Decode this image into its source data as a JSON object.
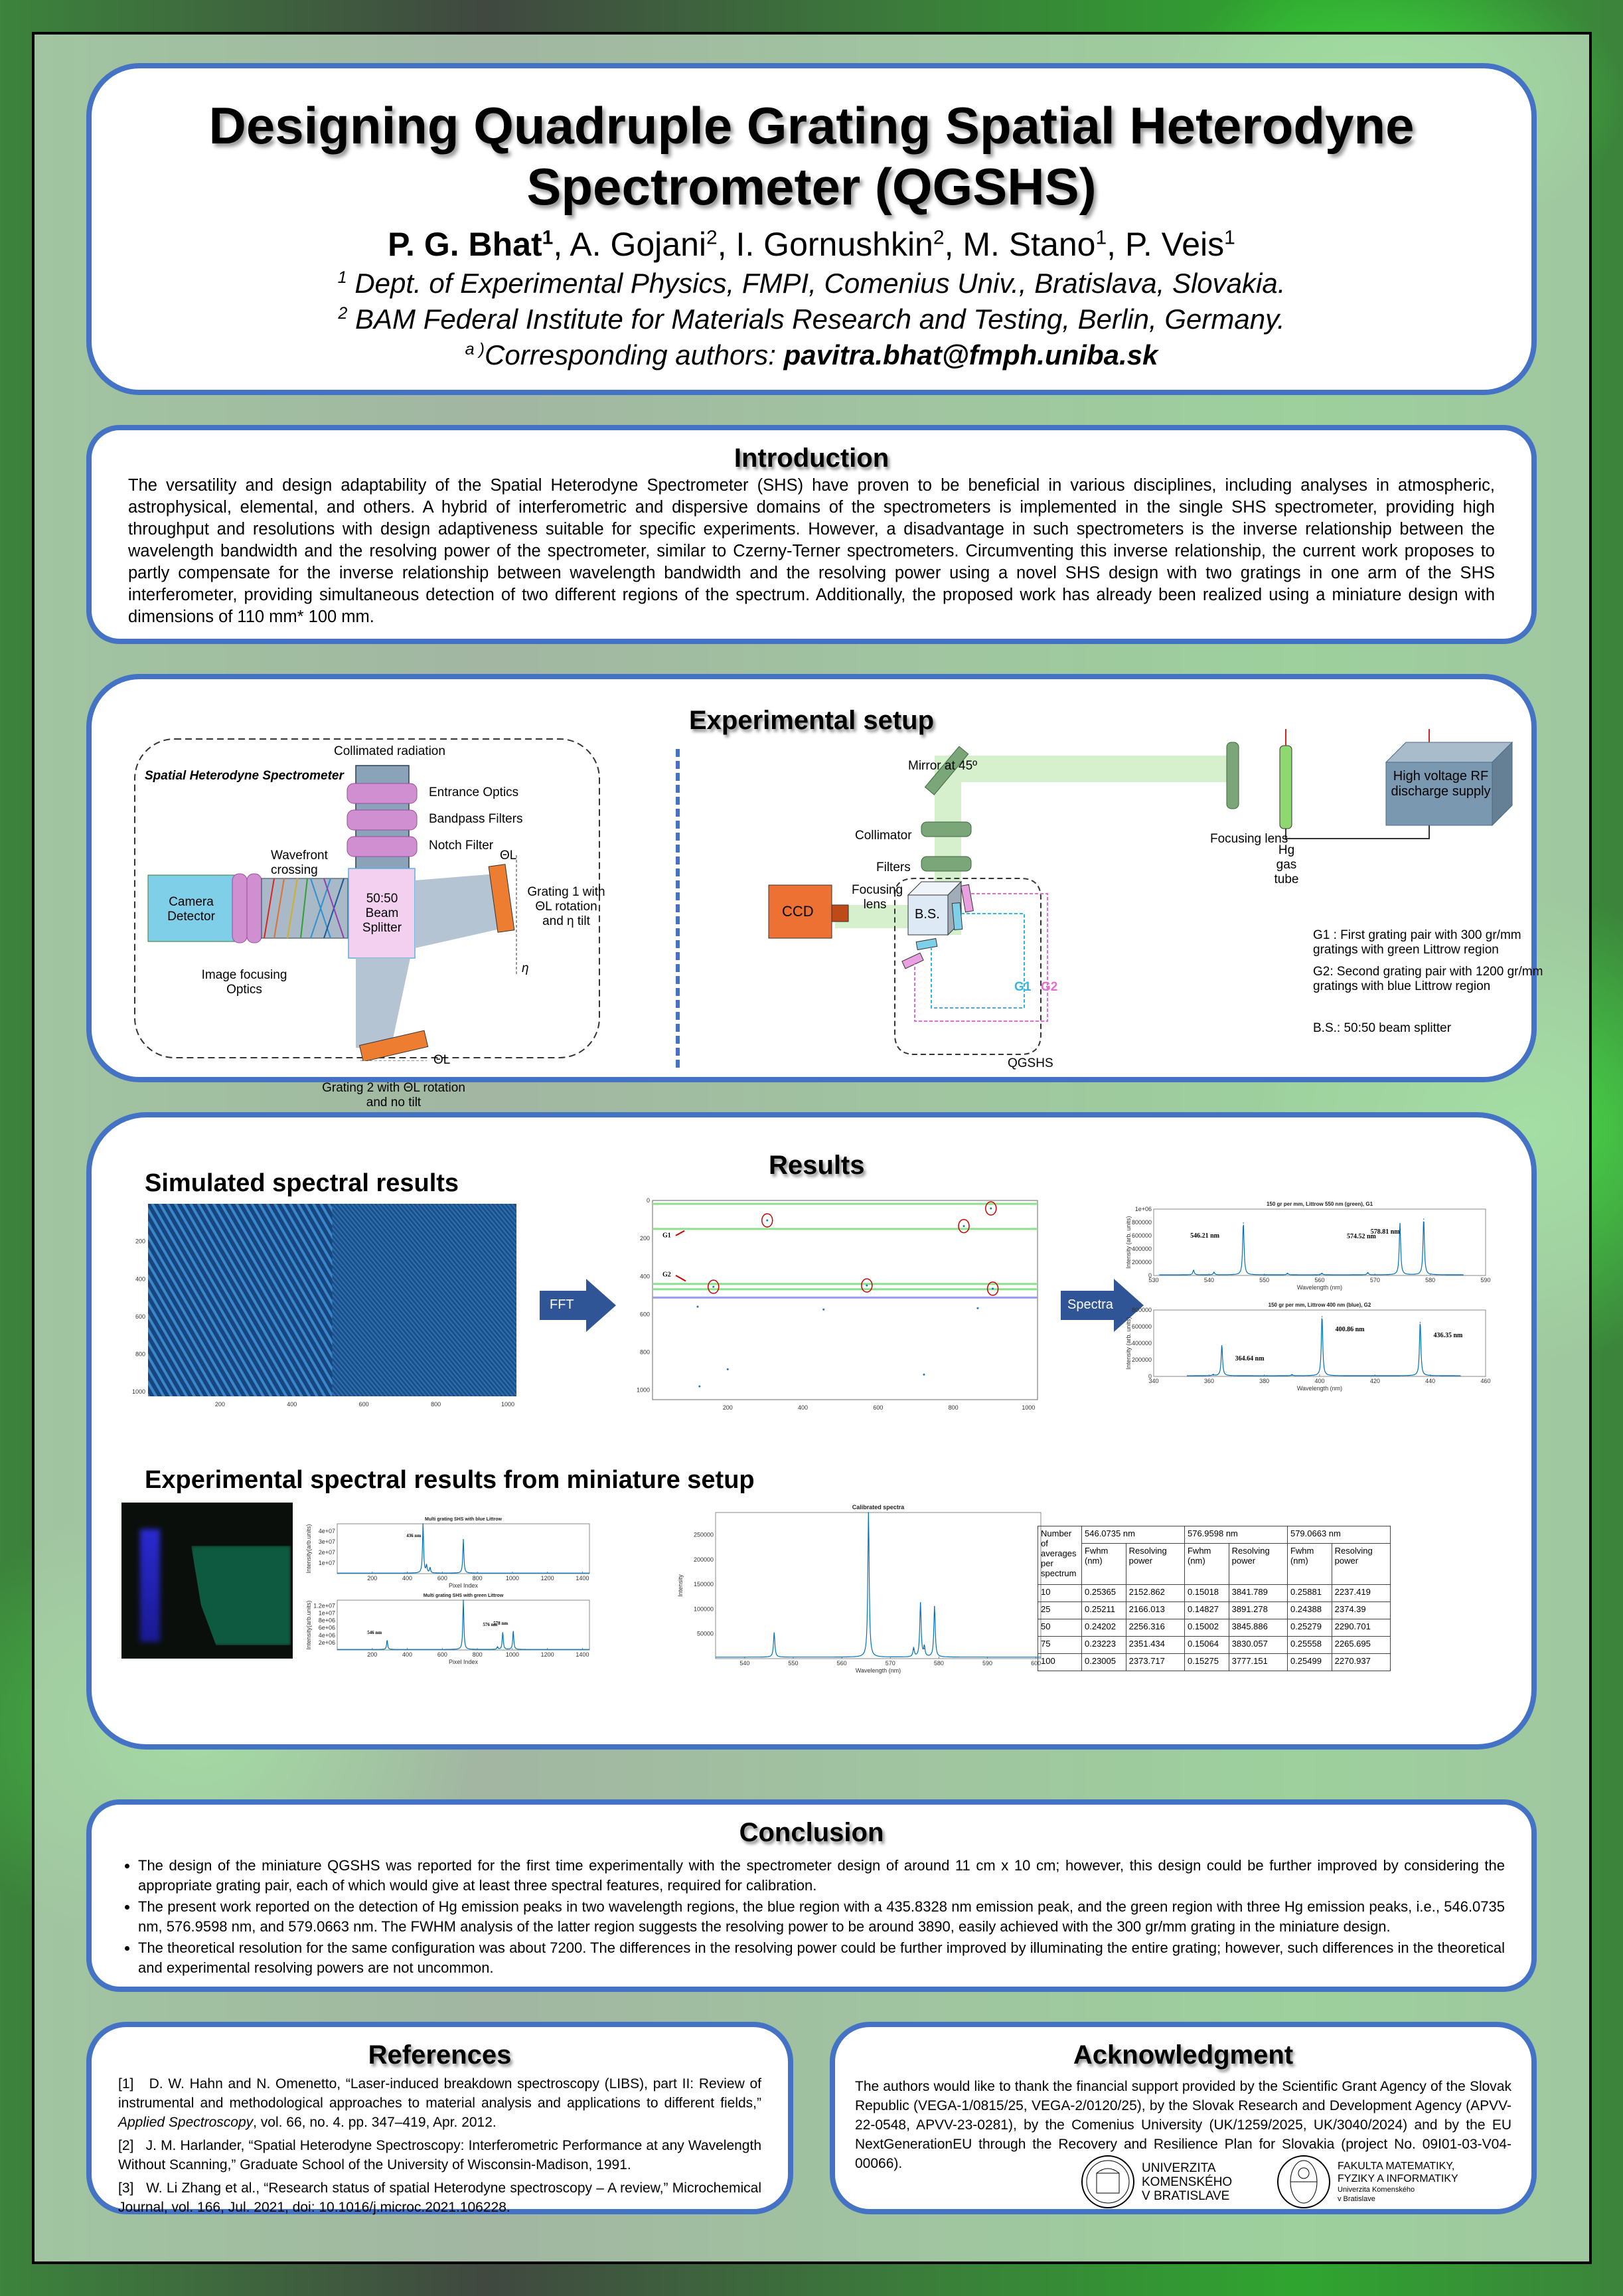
{
  "title": {
    "main": "Designing Quadruple Grating Spatial Heterodyne Spectrometer (QGSHS)",
    "authors": [
      {
        "name": "P. G. Bhat",
        "aff": "1"
      },
      {
        "name": "A. Gojani",
        "aff": "2"
      },
      {
        "name": "I. Gornushkin",
        "aff": "2"
      },
      {
        "name": "M. Stano",
        "aff": "1"
      },
      {
        "name": "P. Veis",
        "aff": "1"
      }
    ],
    "affiliation_1": "Dept. of Experimental Physics, FMPI, Comenius Univ., Bratislava, Slovakia.",
    "affiliation_2": "BAM Federal Institute for Materials Research and Testing, Berlin, Germany.",
    "corr_marker": "a )",
    "corr_label": "Corresponding authors: ",
    "corr_email": "pavitra.bhat@fmph.uniba.sk"
  },
  "introduction": {
    "heading": "Introduction",
    "text": "The versatility and design adaptability of the Spatial Heterodyne Spectrometer (SHS) have proven to be beneficial in various disciplines, including analyses in atmospheric, astrophysical, elemental, and others. A hybrid of interferometric and dispersive domains of the spectrometers is implemented in the single SHS spectrometer, providing high throughput and resolutions with design adaptiveness suitable for specific experiments. However, a disadvantage in such spectrometers is the inverse relationship between the wavelength bandwidth and the resolving power of the spectrometer, similar to Czerny-Terner spectrometers. Circumventing this inverse relationship, the current work proposes to partly compensate for the inverse relationship between wavelength bandwidth and the resolving power using a novel SHS design with two gratings in one arm of the SHS interferometer, providing simultaneous detection of two different regions of the spectrum. Additionally, the proposed work has already been realized using a miniature design with dimensions of 110 mm* 100 mm."
  },
  "setup": {
    "heading": "Experimental setup",
    "shs_diagram": {
      "title": "Spatial Heterodyne Spectrometer",
      "collimated": "Collimated radiation",
      "entrance_optics": "Entrance Optics",
      "bandpass": "Bandpass Filters",
      "notch": "Notch Filter",
      "wavefront": "Wavefront crossing",
      "camera": "Camera Detector",
      "beam_splitter": "50:50 Beam Splitter",
      "image_focusing": "Image focusing Optics",
      "grating1": "Grating 1 with ΘL rotation and η tilt",
      "grating2": "Grating 2 with ΘL rotation and no tilt",
      "theta": "ΘL",
      "eta": "η"
    },
    "qgshs_diagram": {
      "mirror": "Mirror at 45º",
      "collimator": "Collimator",
      "filters": "Filters",
      "focusing_lens_ccd": "Focusing lens",
      "ccd": "CCD",
      "bs": "B.S.",
      "g1": "G1",
      "g2": "G2",
      "qgshs": "QGSHS",
      "focusing_lens": "Focusing lens",
      "hg_tube": "Hg gas tube",
      "rf_supply": "High voltage RF discharge supply"
    },
    "legend": {
      "g1": "G1 : First grating pair with 300 gr/mm gratings with green Littrow region",
      "g2": "G2: Second grating pair with 1200 gr/mm gratings with blue Littrow region",
      "bs": "B.S.: 50:50 beam splitter"
    }
  },
  "results": {
    "heading": "Results",
    "simulated_heading": "Simulated spectral results",
    "experimental_heading": "Experimental spectral results from miniature setup",
    "fft_label": "FFT",
    "spectra_label": "Spectra",
    "table": {
      "corner": "Number of averages per spectrum",
      "wavelengths": [
        "546.0735 nm",
        "576.9598 nm",
        "579.0663 nm"
      ],
      "subheaders": [
        "Fwhm (nm)",
        "Resolving power"
      ],
      "rows": [
        [
          "10",
          "0.25365",
          "2152.862",
          "0.15018",
          "3841.789",
          "0.25881",
          "2237.419"
        ],
        [
          "25",
          "0.25211",
          "2166.013",
          "0.14827",
          "3891.278",
          "0.24388",
          "2374.39"
        ],
        [
          "50",
          "0.24202",
          "2256.316",
          "0.15002",
          "3845.886",
          "0.25279",
          "2290.701"
        ],
        [
          "75",
          "0.23223",
          "2351.434",
          "0.15064",
          "3830.057",
          "0.25558",
          "2265.695"
        ],
        [
          "100",
          "0.23005",
          "2373.717",
          "0.15275",
          "3777.151",
          "0.25499",
          "2270.937"
        ]
      ]
    }
  },
  "chart_data": [
    {
      "id": "interferogram",
      "type": "heatmap",
      "title": "",
      "xlabel": "",
      "ylabel": "",
      "xticks": [
        200,
        400,
        600,
        800,
        1000
      ],
      "yticks": [
        200,
        400,
        600,
        800,
        1000
      ],
      "xlim": [
        1,
        1024
      ],
      "ylim": [
        1,
        1024
      ]
    },
    {
      "id": "fft",
      "type": "scatter",
      "xticks": [
        200,
        400,
        600,
        800,
        1000
      ],
      "yticks": [
        0,
        200,
        400,
        600,
        800,
        1000
      ],
      "xlim": [
        0,
        1024
      ],
      "ylim": [
        0,
        1050
      ],
      "annotations": [
        "G1",
        "G2"
      ],
      "green_lines_y": [
        18,
        150,
        440,
        468
      ],
      "blue_line_y": 512,
      "circled_points": [
        [
          305,
          105
        ],
        [
          828,
          135
        ],
        [
          900,
          42
        ],
        [
          162,
          455
        ],
        [
          570,
          448
        ],
        [
          905,
          465
        ]
      ],
      "points": [
        [
          120,
          560
        ],
        [
          455,
          575
        ],
        [
          865,
          568
        ],
        [
          200,
          890
        ],
        [
          125,
          980
        ],
        [
          722,
          918
        ]
      ]
    },
    {
      "id": "sim-green",
      "type": "line",
      "title": "150 gr per mm, Littrow 550 nm (green), G1",
      "xlabel": "Wavelength (nm)",
      "ylabel": "Intensity (arb. units)",
      "xlim": [
        530,
        590
      ],
      "ylim": [
        0,
        1000000
      ],
      "xticks": [
        530,
        540,
        550,
        560,
        570,
        580,
        590
      ],
      "yticks": [
        "0",
        "200000",
        "400000",
        "600000",
        "800000",
        "1e+06"
      ],
      "peaks": [
        {
          "x": 537.2,
          "y": 70000
        },
        {
          "x": 540.9,
          "y": 40000
        },
        {
          "x": 546.21,
          "y": 790000,
          "label": "546.21 nm"
        },
        {
          "x": 554.2,
          "y": 25000
        },
        {
          "x": 560.4,
          "y": 25000
        },
        {
          "x": 568.7,
          "y": 35000
        },
        {
          "x": 574.52,
          "y": 780000,
          "label": "574.52 nm"
        },
        {
          "x": 578.81,
          "y": 850000,
          "label": "578.81 nm"
        }
      ],
      "range": [
        531,
        586
      ]
    },
    {
      "id": "sim-blue",
      "type": "line",
      "title": "150 gr per mm, Littrow 400 nm (blue), G2",
      "xlabel": "Wavelength (nm)",
      "ylabel": "Intensity (arb. units)",
      "xlim": [
        340,
        460
      ],
      "ylim": [
        0,
        800000
      ],
      "xticks": [
        340,
        360,
        380,
        400,
        420,
        440,
        460
      ],
      "yticks": [
        "0",
        "200000",
        "400000",
        "600000",
        "800000"
      ],
      "peaks": [
        {
          "x": 361.5,
          "y": 15000
        },
        {
          "x": 364.64,
          "y": 370000,
          "label": "364.64 nm"
        },
        {
          "x": 390,
          "y": 15000
        },
        {
          "x": 400.86,
          "y": 720000,
          "label": "400.86 nm"
        },
        {
          "x": 436.35,
          "y": 650000,
          "label": "436.35 nm"
        }
      ],
      "range": [
        352,
        451
      ]
    },
    {
      "id": "exp-blue",
      "type": "line",
      "title": "Multi grating SHS with blue Littrow",
      "xlabel": "Pixel Index",
      "ylabel": "Intensity(arb.units)",
      "xlim": [
        0,
        1440
      ],
      "ylim": [
        0,
        47000000
      ],
      "xticks": [
        200,
        400,
        600,
        800,
        1000,
        1200,
        1400
      ],
      "yticks": [
        "1e+07",
        "2e+07",
        "3e+07",
        "4e+07"
      ],
      "peaks": [
        {
          "x": 490,
          "y": 47000000,
          "label": "436 nm"
        },
        {
          "x": 510,
          "y": 7000000
        },
        {
          "x": 530,
          "y": 5000000
        },
        {
          "x": 720,
          "y": 32000000
        }
      ],
      "range": [
        0,
        1440
      ]
    },
    {
      "id": "exp-green",
      "type": "line",
      "title": "Multi grating SHS with green Littrow",
      "xlabel": "Pixel Index",
      "ylabel": "Intensity(arb.units)",
      "xlim": [
        0,
        1440
      ],
      "ylim": [
        0,
        13500000
      ],
      "xticks": [
        200,
        400,
        600,
        800,
        1000,
        1200,
        1400
      ],
      "yticks": [
        "2e+06",
        "4e+06",
        "6e+06",
        "8e+06",
        "1e+07",
        "1.2e+07"
      ],
      "peaks": [
        {
          "x": 285,
          "y": 2500000,
          "label": "546 nm"
        },
        {
          "x": 720,
          "y": 13500000
        },
        {
          "x": 915,
          "y": 700000
        },
        {
          "x": 945,
          "y": 4700000,
          "label": "576 nm"
        },
        {
          "x": 1005,
          "y": 5000000,
          "label": "578 nm"
        }
      ],
      "range": [
        0,
        1440
      ]
    },
    {
      "id": "calibrated",
      "type": "line",
      "title": "Calibrated spectra",
      "xlabel": "Wavelength (nm)",
      "ylabel": "Intensity",
      "xlim": [
        534,
        601
      ],
      "ylim": [
        0,
        295000
      ],
      "xticks": [
        540,
        550,
        560,
        570,
        580,
        590,
        600
      ],
      "yticks": [
        "50000",
        "100000",
        "150000",
        "200000",
        "250000"
      ],
      "peaks": [
        {
          "x": 546.07,
          "y": 50000
        },
        {
          "x": 565.5,
          "y": 295000
        },
        {
          "x": 574.8,
          "y": 18000
        },
        {
          "x": 576.2,
          "y": 110000
        },
        {
          "x": 577.0,
          "y": 20000
        },
        {
          "x": 579.1,
          "y": 104000
        }
      ],
      "range": [
        534,
        601
      ]
    }
  ],
  "conclusion": {
    "heading": "Conclusion",
    "bullets": [
      "The design of the miniature QGSHS was reported for the first time experimentally with the spectrometer design of around 11 cm x 10 cm; however, this design could be further improved by considering the appropriate grating pair, each of which would give at least three spectral features, required for calibration.",
      "The present work reported on the detection of Hg emission peaks in two wavelength regions, the blue region with a 435.8328 nm emission peak, and the green region with three Hg emission peaks, i.e., 546.0735 nm, 576.9598 nm, and 579.0663 nm. The FWHM analysis of the latter region suggests the resolving power to be around 3890, easily achieved with the 300 gr/mm grating in the miniature design.",
      "The theoretical resolution for the same configuration was about 7200. The differences in the resolving power could be further improved by illuminating the entire grating; however, such differences in the theoretical and experimental resolving powers are not uncommon."
    ]
  },
  "references": {
    "heading": "References",
    "items": [
      {
        "num": "[1]",
        "pre": "D. W. Hahn and N. Omenetto, “Laser-induced breakdown spectroscopy (LIBS), part II: Review of instrumental and methodological approaches to material analysis and applications to different fields,” ",
        "journal": "Applied Spectroscopy",
        "post": ", vol. 66, no. 4. pp. 347–419, Apr. 2012."
      },
      {
        "num": "[2]",
        "pre": "J. M. Harlander, “Spatial Heterodyne Spectroscopy: Interferometric Performance at any Wavelength Without Scanning,” Graduate School of the University of Wisconsin-Madison, 1991.",
        "journal": "",
        "post": ""
      },
      {
        "num": "[3]",
        "pre": "W. Li Zhang et al., “Research status of spatial Heterodyne spectroscopy – A review,” Microchemical Journal, vol. 166, Jul. 2021, doi: 10.1016/j.microc.2021.106228.",
        "journal": "",
        "post": ""
      }
    ]
  },
  "acknowledgment": {
    "heading": "Acknowledgment",
    "text": "The authors would like to thank the financial support provided by the Scientific Grant Agency of the Slovak Republic (VEGA-1/0815/25, VEGA-2/0120/25), by the Slovak Research and Development Agency (APVV-22-0548, APVV-23-0281), by the Comenius University (UK/1259/2025, UK/3040/2024) and by the EU NextGenerationEU through the Recovery and Resilience Plan for Slovakia (project No. 09I01-03-V04-00066).",
    "logo1": [
      "UNIVERZITA",
      "KOMENSKÉHO",
      "V BRATISLAVE"
    ],
    "logo2": [
      "FAKULTA MATEMATIKY,",
      "FYZIKY A INFORMATIKY"
    ],
    "logo2_sub": [
      "Univerzita Komenského",
      "v Bratislave"
    ]
  },
  "colors": {
    "panel_border": "#4472c4",
    "arrow_fill": "#2f5597",
    "plot_line": "#0072bd",
    "grating_orange": "#ed7d31",
    "filter_pink": "#cc79c4",
    "green_beam": "#d6f0cd",
    "g1_color": "#35b5e5",
    "g2_color": "#e46cd4"
  }
}
